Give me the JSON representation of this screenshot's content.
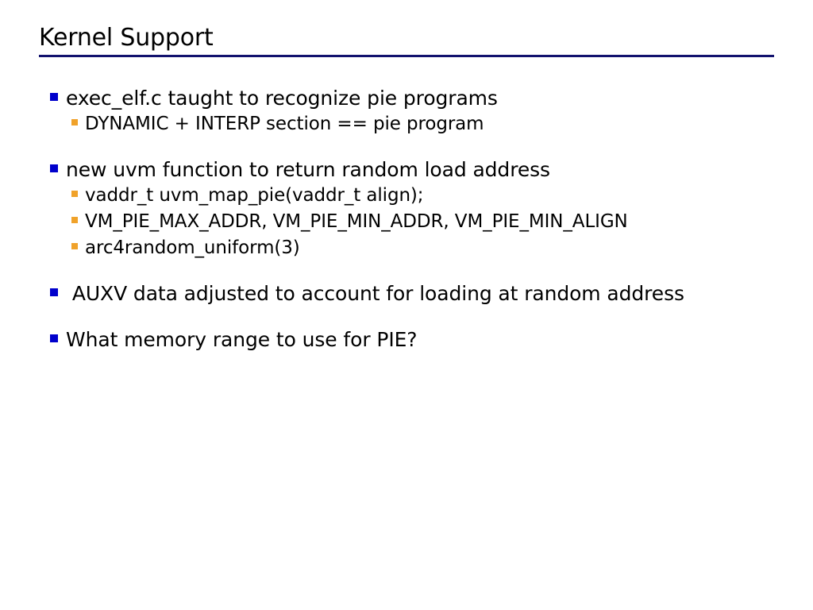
{
  "slide": {
    "title": "Kernel Support",
    "rule_color": "#12126e",
    "background_color": "#ffffff",
    "text_color": "#000000",
    "level1_bullet_color": "#0000cc",
    "level2_bullet_color": "#f0a22a",
    "groups": [
      {
        "id": "group-exec-elf",
        "items": [
          {
            "level": 1,
            "text": "exec_elf.c taught to recognize pie programs"
          },
          {
            "level": 2,
            "text": "DYNAMIC + INTERP section == pie program"
          }
        ]
      },
      {
        "id": "group-uvm-function",
        "items": [
          {
            "level": 1,
            "text": "new uvm function to return random load address"
          },
          {
            "level": 2,
            "text": "vaddr_t uvm_map_pie(vaddr_t align);"
          },
          {
            "level": 2,
            "text": "VM_PIE_MAX_ADDR, VM_PIE_MIN_ADDR, VM_PIE_MIN_ALIGN"
          },
          {
            "level": 2,
            "text": "arc4random_uniform(3)"
          }
        ]
      },
      {
        "id": "group-auxv",
        "items": [
          {
            "level": 1,
            "text": " AUXV data adjusted to account for loading at random address"
          }
        ]
      },
      {
        "id": "group-memory-range",
        "items": [
          {
            "level": 1,
            "text": "What memory range to use for PIE?"
          }
        ]
      }
    ]
  }
}
